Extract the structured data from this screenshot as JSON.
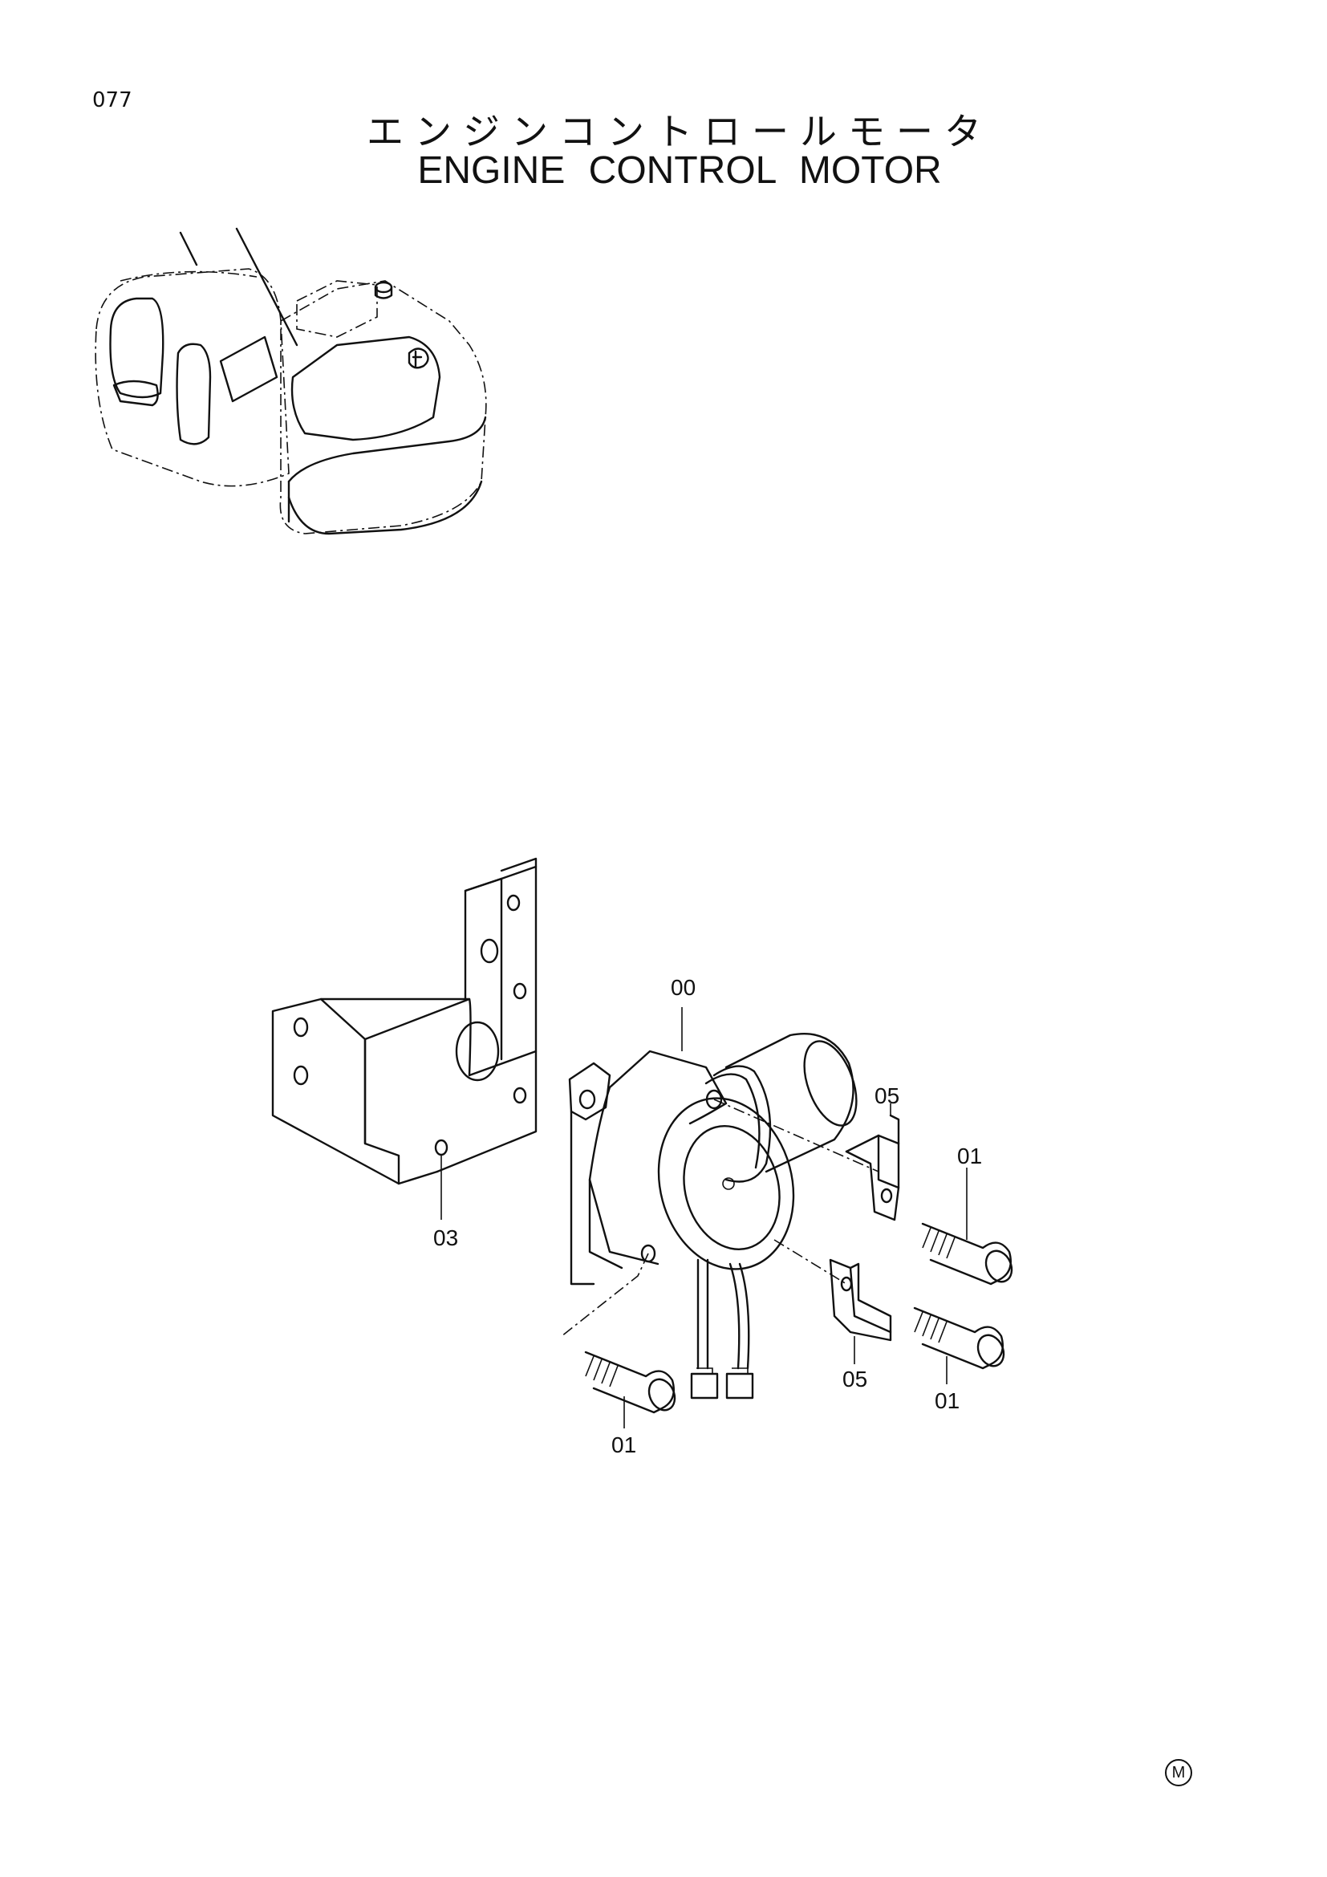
{
  "page_number": "077",
  "title_jp": "エンジンコントロールモータ",
  "title_en": "ENGINE CONTROL MOTOR",
  "callouts": {
    "c00": "00",
    "c03": "03",
    "c05_upper": "05",
    "c05_lower": "05",
    "c01_right_upper": "01",
    "c01_right_lower": "01",
    "c01_left": "01"
  },
  "mark": "M"
}
